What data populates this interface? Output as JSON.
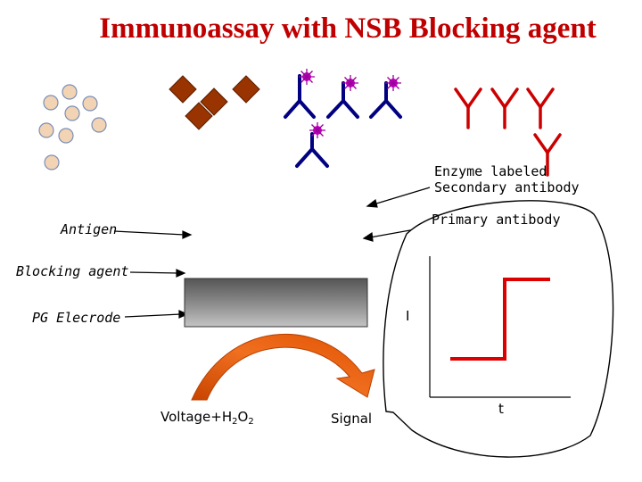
{
  "title": "Immunoassay with NSB Blocking agent",
  "labels": {
    "enzyme_line1": "Enzyme labeled",
    "enzyme_line2": "Secondary antibody",
    "primary_antibody": "Primary antibody",
    "antigen": "Antigen",
    "blocking_agent": "Blocking agent",
    "pg_electrode": "PG Elecrode",
    "voltage_prefix": "Voltage+H",
    "voltage_sub1": "2",
    "voltage_mid": "O",
    "voltage_sub2": "2",
    "signal": "Signal",
    "axis_y": "I",
    "axis_x": "t"
  },
  "colors": {
    "title": "#c00000",
    "blocking_bead_fill": "#f2d3b3",
    "blocking_bead_stroke": "#7a8fb8",
    "antigen": "#993300",
    "primary_antibody": "#000080",
    "enzyme_label": "#cc00cc",
    "secondary_antibody": "#cc0000",
    "signal_trace": "#dd0000",
    "arrow_fill": "#e05a00"
  }
}
